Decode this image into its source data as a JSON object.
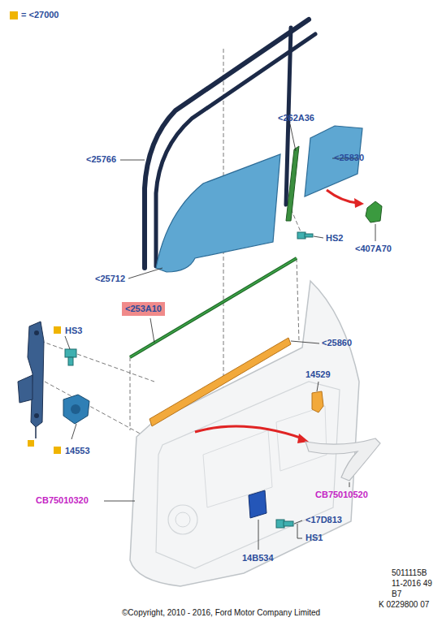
{
  "diagram": {
    "nodes": [
      {
        "text": [
          "<253A10"
        ]
      }
    ],
    "labels": [
      "<25766",
      "<262A36",
      "<25830",
      "HS2",
      "<407A70",
      "<25712",
      "HS3",
      "<25860",
      "14529",
      "14553",
      "CB75010320",
      "CB75010520",
      "<17D813",
      "HS1",
      "14B534",
      "5011115B",
      "11-2016 49",
      "B7",
      "K 0229800 07",
      "©Copyright, 2010 - 2016, Ford Motor Company Limited"
    ],
    "legend": [
      {
        "text": "= <27000",
        "color": "#f0b400"
      }
    ]
  }
}
